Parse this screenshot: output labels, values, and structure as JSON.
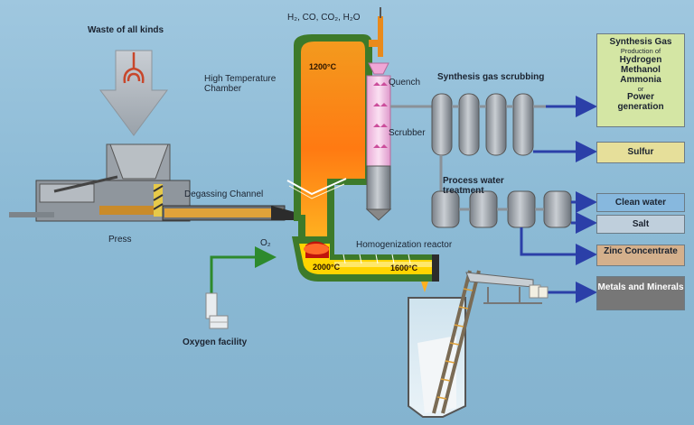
{
  "top_labels": {
    "waste": "Waste of all kinds",
    "gas_formula": "H₂, CO, CO₂, H₂O",
    "high_temp_chamber": "High Temperature Chamber",
    "temp_1200": "1200°C",
    "quench": "Quench",
    "synthesis_scrubbing": "Synthesis gas scrubbing",
    "scrubber": "Scrubber",
    "process_water": "Process water treatment"
  },
  "process_labels": {
    "degassing": "Degassing Channel",
    "press": "Press",
    "o2": "O₂",
    "homogenization": "Homogenization reactor",
    "temp_2000": "2000°C",
    "temp_1600": "1600°C",
    "oxygen_facility": "Oxygen facility"
  },
  "outputs": {
    "synthesis_gas": {
      "title": "Synthesis Gas",
      "sub": "Production of",
      "items": [
        "Hydrogen",
        "Methanol",
        "Ammonia"
      ],
      "or": "or",
      "power": "Power generation"
    },
    "sulfur": "Sulfur",
    "clean_water": "Clean water",
    "salt": "Salt",
    "zinc": "Zinc Concentrate",
    "metals": "Metals and Minerals"
  },
  "colors": {
    "synthesis_box": "#d4e6a4",
    "sulfur_box": "#e6df9a",
    "water_box": "#87b8de",
    "salt_box": "#bfcfdc",
    "zinc_box": "#d4b08c",
    "metals_box": "#777777",
    "arrow": "#2b3fa8",
    "oxygen_line": "#2d8a2d",
    "furnace_shell": "#3d7a2a"
  }
}
